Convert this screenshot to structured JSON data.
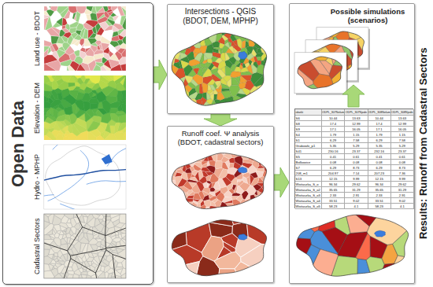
{
  "diagram": {
    "nodes": [
      {
        "text": [
          "Open Data"
        ]
      },
      {
        "text": [
          "Land use - BDOT"
        ],
        "in": 0
      },
      {
        "text": [
          "Elevation - DEM"
        ],
        "in": 0
      },
      {
        "text": [
          "Hydro - MPHP"
        ],
        "in": 0
      },
      {
        "text": [
          "Cadastral Sectors"
        ],
        "in": 0
      },
      {
        "text": [
          "Intersections - QGIS (BDOT, DEM, MPHP)"
        ]
      },
      {
        "text": [
          "Runoff coef. Ψ analysis (BDOT, cadastral sectors)"
        ]
      },
      {
        "text": [
          "Results: Runoff from Cadastral Sectors"
        ]
      },
      {
        "text": [
          "Possible simulations (scenarios)"
        ],
        "in": 7
      }
    ],
    "edges": [
      {
        "from": 0,
        "to": 5,
        "arrow": "to"
      },
      {
        "from": 5,
        "to": 6,
        "arrow": "to"
      },
      {
        "from": 6,
        "to": 7,
        "arrow": "to"
      }
    ],
    "labels": [
      "idsekt",
      "ODPL_307Nelum",
      "ODPL_307Njedn",
      "ODPL_308Nelum",
      "ODPL_308Njedn",
      "S6",
      "10.44",
      "13.63",
      "10.44",
      "13.63",
      "S8",
      "17.4",
      "12.99",
      "17.4",
      "12.99",
      "S9",
      "17.1",
      "16.05",
      "17.1",
      "16.05",
      "S4",
      "1.79",
      "1.15",
      "1.79",
      "1.15",
      "S1",
      "6.29",
      "7.58",
      "6.29",
      "7.58",
      "Grabowki_p1",
      "5.35",
      "5.29",
      "5.35",
      "5.29",
      "S41",
      "230.16",
      "23.37",
      "232.16",
      "23.37",
      "S5",
      "0.41",
      "0.61",
      "0.41",
      "0.61",
      "Bolkowice",
      "0.08",
      "0.08",
      "0.08",
      "0.08",
      "S7",
      "6.29",
      "8.73",
      "6.29",
      "8.73",
      "208_m1",
      "204.97",
      "7.14",
      "207.23",
      "7.36",
      "S13",
      "12.15",
      "9.99",
      "12.15",
      "9.99",
      "Woitaszka_S_o",
      "96.34",
      "29.62",
      "96.34",
      "29.62",
      "Woitaszka_S_o2",
      "35.65",
      "31.29",
      "35.65",
      "31.29",
      "Woitaszka_S_o3",
      "2.33",
      "2.91",
      "2.33",
      "2.91",
      "Woitaszka_S_o4",
      "33.51",
      "9.02",
      "33.51",
      "9.02",
      "Woitaszka_S_o5",
      "58.23",
      "4.1",
      "58.23",
      "4.1"
    ]
  }
}
